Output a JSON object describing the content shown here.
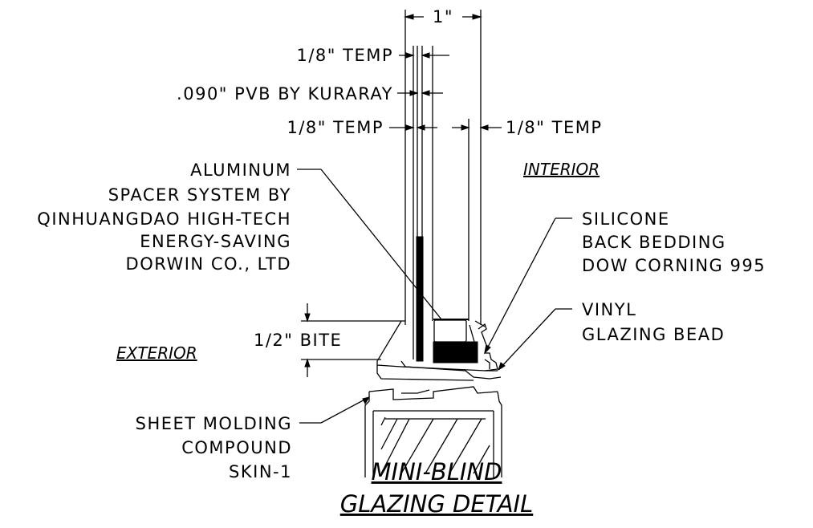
{
  "dimensions": {
    "overall_width": "1\"",
    "bite": "1/2\" BITE"
  },
  "labels": {
    "outer_glass": "1/8\" TEMP",
    "interlayer": ".090\" PVB BY KURARAY",
    "inner_glass_left": "1/8\" TEMP",
    "inner_glass_right": "1/8\" TEMP",
    "spacer": [
      "ALUMINUM",
      "SPACER SYSTEM BY",
      "QINHUANGDAO HIGH-TECH",
      "ENERGY-SAVING",
      "DORWIN CO., LTD"
    ],
    "silicone": [
      "SILICONE",
      "BACK BEDDING",
      "DOW CORNING 995"
    ],
    "vinyl": [
      "VINYL",
      "GLAZING BEAD"
    ],
    "molding": [
      "SHEET MOLDING",
      "COMPOUND",
      "SKIN-1"
    ]
  },
  "sides": {
    "interior": "INTERIOR",
    "exterior": "EXTERIOR"
  },
  "title": {
    "line1": "MINI-BLIND",
    "line2": "GLAZING DETAIL"
  }
}
